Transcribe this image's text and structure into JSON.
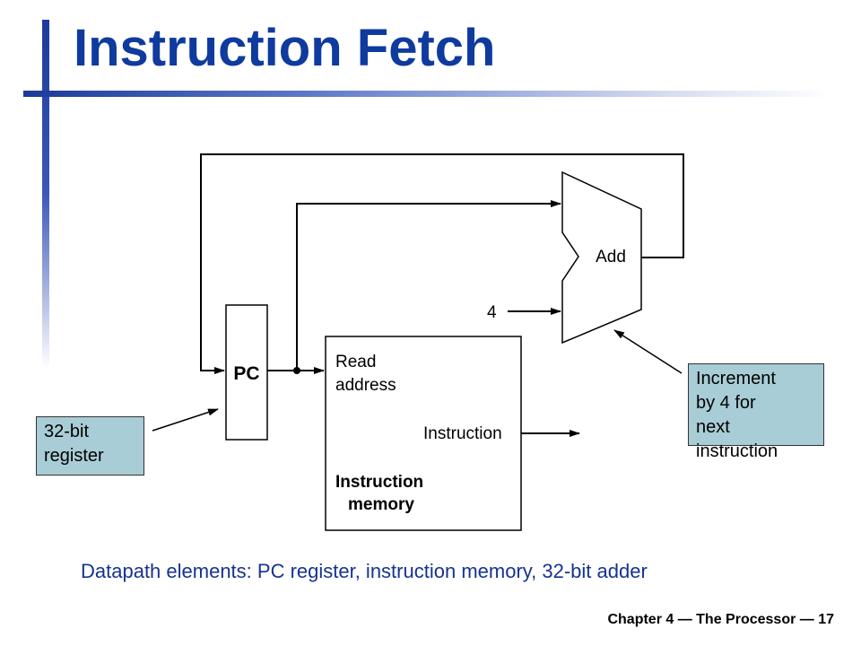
{
  "slide": {
    "title": "Instruction Fetch",
    "caption": "Datapath elements: PC register, instruction memory, 32-bit adder",
    "footer": "Chapter 4 — The Processor — 17"
  },
  "diagram": {
    "pc_label": "PC",
    "adder_label": "Add",
    "constant": "4",
    "memory_read_address": [
      "Read",
      "address"
    ],
    "memory_output": "Instruction",
    "memory_name": [
      "Instruction",
      "memory"
    ]
  },
  "callouts": {
    "pc_note": [
      "32-bit",
      "register"
    ],
    "adder_note": [
      "Increment",
      "by 4 for",
      "next",
      "instruction"
    ]
  }
}
